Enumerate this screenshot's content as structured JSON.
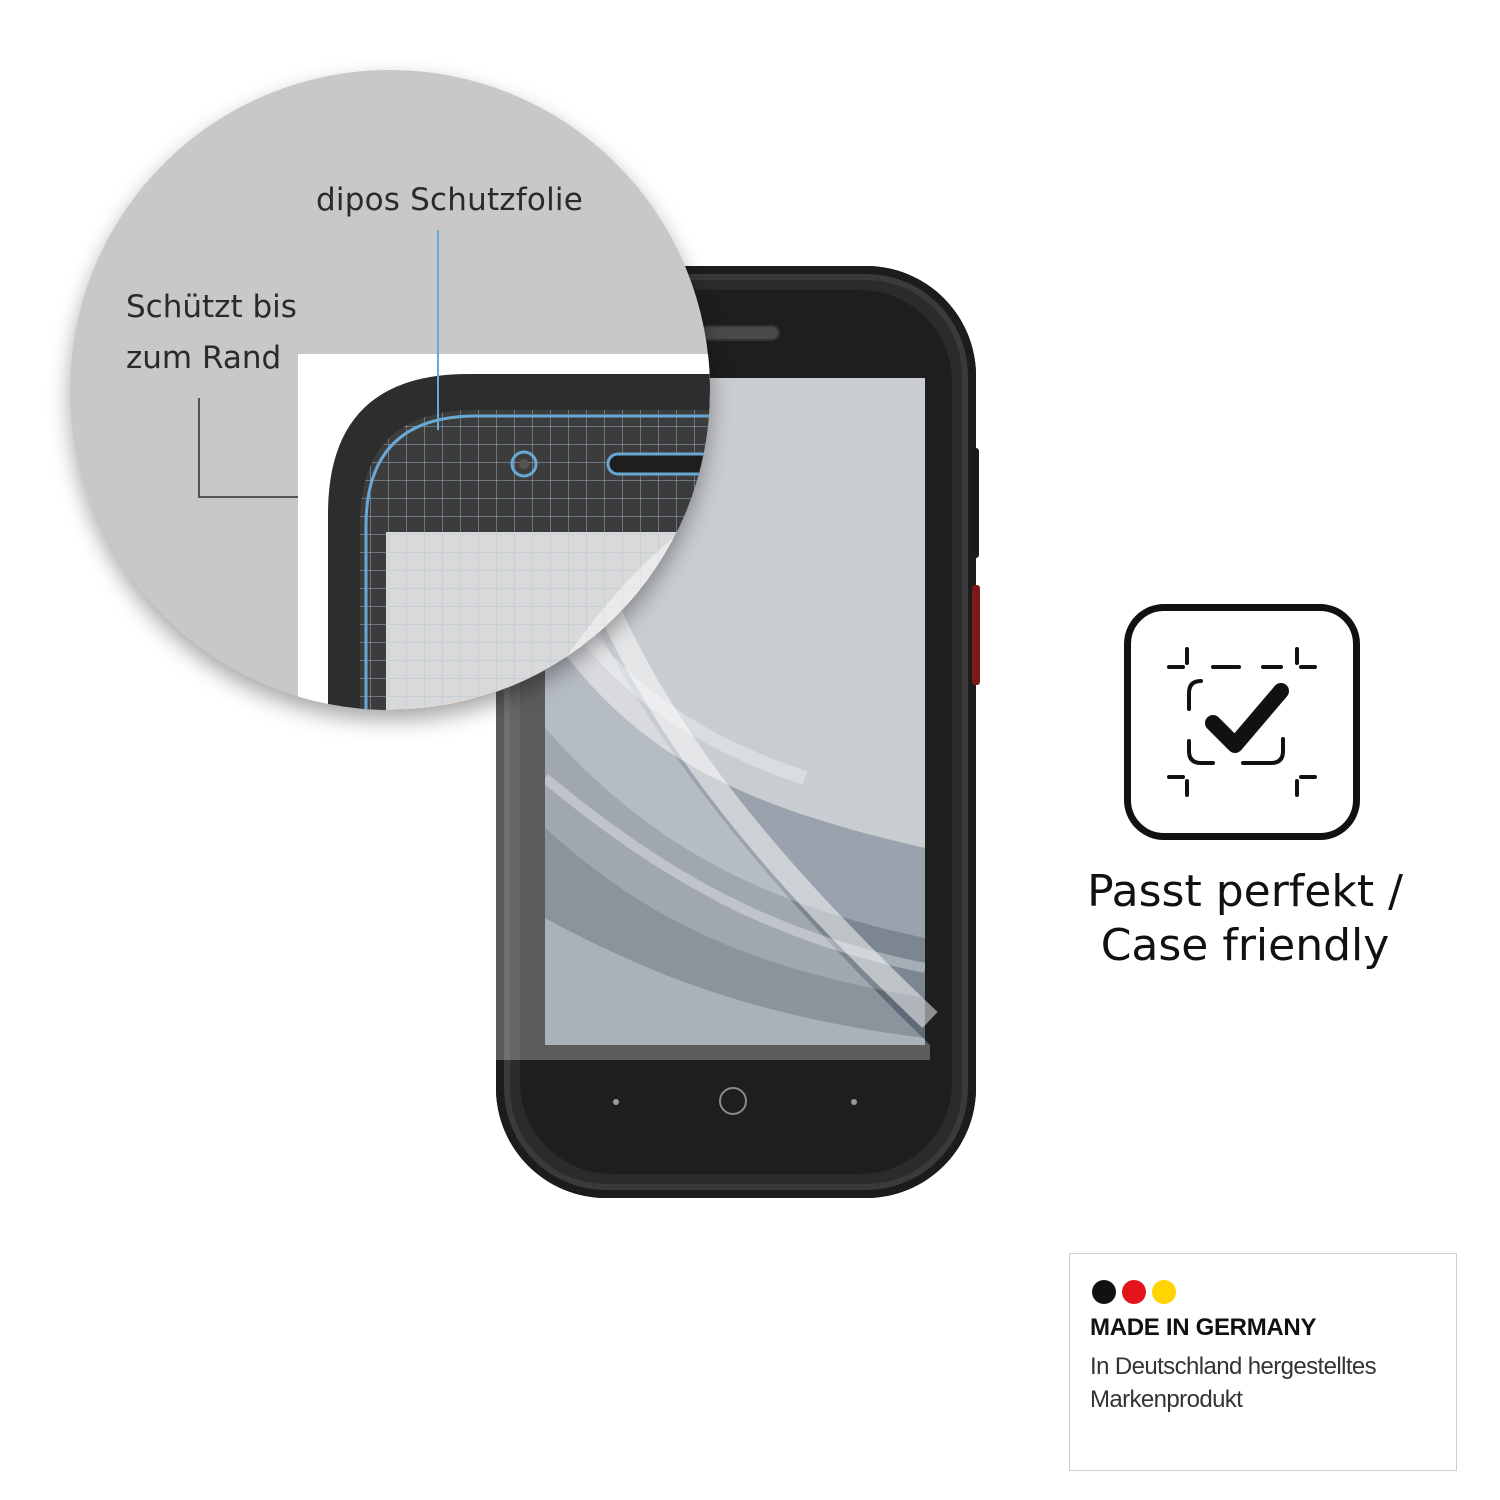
{
  "magnifier": {
    "film_label": "dipos Schutzfolie",
    "edge_label": "Schützt bis zum Rand"
  },
  "feature": {
    "icon": "case-fit-check-icon",
    "caption": "Passt perfekt / Case friendly"
  },
  "made_in_germany": {
    "title": "MADE IN GERMANY",
    "subtitle": "In Deutschland hergestelltes Markenprodukt",
    "flag_colors": [
      "#111111",
      "#e3141b",
      "#ffd400"
    ]
  },
  "colors": {
    "phone_body": "#2b2b2b",
    "film_edge": "#6aa8d4",
    "magnifier_bg": "#c8c8c8"
  }
}
